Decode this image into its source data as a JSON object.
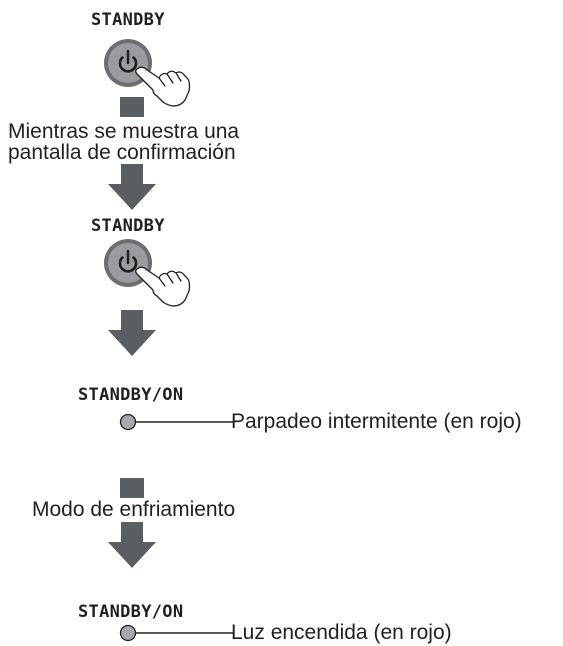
{
  "steps": {
    "button1_label": "STANDBY",
    "note1_line1": "Mientras se muestra una",
    "note1_line2": "pantalla de confirmación",
    "button2_label": "STANDBY",
    "indicator1_label": "STANDBY/ON",
    "indicator1_status": "Parpadeo intermitente (en rojo)",
    "note2": "Modo de enfriamiento",
    "indicator2_label": "STANDBY/ON",
    "indicator2_status": "Luz encendida (en rojo)"
  },
  "colors": {
    "arrow": "#5a5e63",
    "button_outer": "#6d6e71",
    "button_inner": "#9b9c9f",
    "indicator_led": "#a7a9ac",
    "leader_line": "#231f20"
  },
  "icons": {
    "power": "power-icon",
    "hand": "pointing-hand-icon"
  }
}
